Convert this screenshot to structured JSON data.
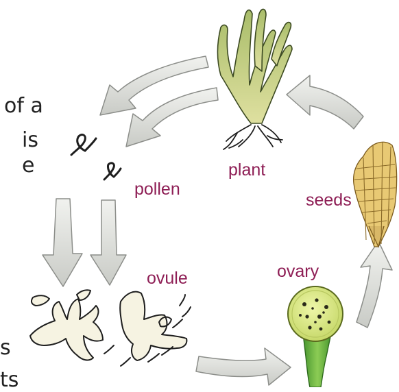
{
  "labels": {
    "plant": "plant",
    "pollen": "pollen",
    "ovule": "ovule",
    "ovary": "ovary",
    "seeds": "seeds"
  },
  "text_fragments": [
    "of a",
    "is",
    "e",
    "s",
    "ts"
  ],
  "colors": {
    "label": "#8e1e55",
    "arrow_fill": "#d9dbd7",
    "arrow_stroke": "#8c8e8a",
    "plant_fill": "#b8c27a",
    "plant_stroke": "#3c4a22",
    "seed_fill": "#e8c974",
    "ovary_fill": "#cfe07a",
    "stalk_fill": "#5fa83a",
    "ink": "#1e1e1e"
  },
  "icons": [
    "plant-icon",
    "seed-cone-icon",
    "ovary-icon",
    "pollen-grain-icon",
    "ovule-cluster-icon",
    "cycle-arrow-icon"
  ]
}
